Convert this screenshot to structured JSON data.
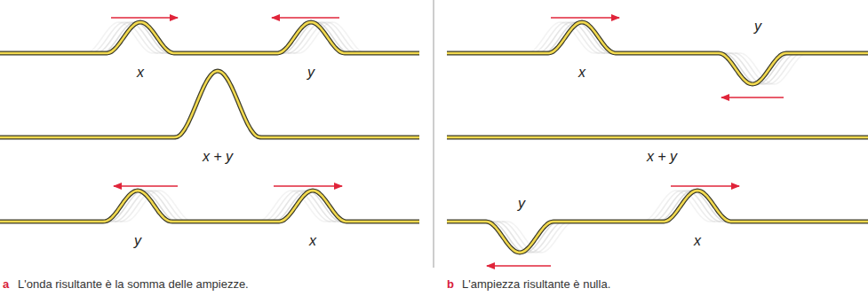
{
  "diagram": {
    "labels": [
      "x",
      "y",
      "x + y",
      "y",
      "x",
      "x",
      "y",
      "x + y",
      "y",
      "x",
      "a",
      "L'onda risultante è la somma delle ampiezze.",
      "b",
      "L'ampiezza risultante è nulla."
    ]
  }
}
